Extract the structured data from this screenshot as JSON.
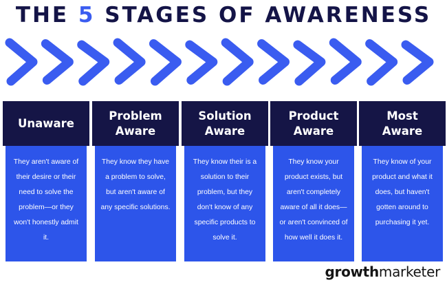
{
  "title": {
    "prefix": "THE ",
    "number": "5",
    "suffix": " STAGES OF AWARENESS"
  },
  "colors": {
    "navy": "#151546",
    "blue": "#2d55ea",
    "accent": "#3a5cf0"
  },
  "chevron_count": 12,
  "stages": [
    {
      "heading": "Unaware",
      "description": "They aren't aware of their desire or their need to solve the problem—or they won't honestly admit it."
    },
    {
      "heading": "Problem\nAware",
      "description": "They know they have a problem to solve, but aren't aware of any specific solutions."
    },
    {
      "heading": "Solution\nAware",
      "description": "They know their is a solution to their problem, but they don't know of any specific products to solve it."
    },
    {
      "heading": "Product\nAware",
      "description": "They know your product exists, but aren't completely aware of all it does—or aren't convinced of how well it does it."
    },
    {
      "heading": "Most\nAware",
      "description": "They know of your product and what it does, but haven't gotten around to purchasing it yet."
    }
  ],
  "brand": {
    "bold": "growth",
    "regular": "marketer"
  }
}
